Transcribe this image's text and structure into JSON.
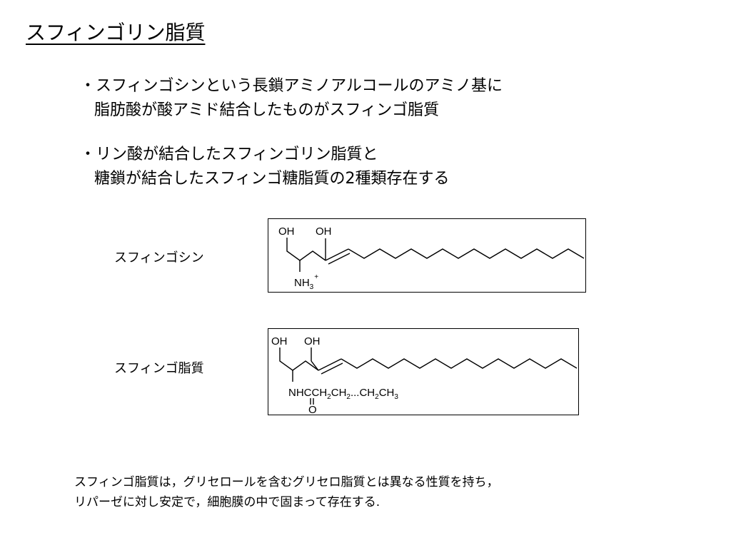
{
  "title": "スフィンゴリン脂質",
  "bullets": [
    {
      "line1": "・スフィンゴシンという長鎖アミノアルコールのアミノ基に",
      "line2": "脂肪酸が酸アミド結合したものがスフィンゴ脂質"
    },
    {
      "line1": "・リン酸が結合したスフィンゴリン脂質と",
      "line2": "糖鎖が結合したスフィンゴ糖脂質の2種類存在する"
    }
  ],
  "structures": [
    {
      "label": "スフィンゴシン",
      "oh1": "OH",
      "oh2": "OH",
      "amine": "NH",
      "amine_sub": "3",
      "amine_sup": "+"
    },
    {
      "label": "スフィンゴ脂質",
      "oh1": "OH",
      "oh2": "OH",
      "amide": "NHCCH",
      "amide_sub1": "2",
      "amide_mid1": "CH",
      "amide_sub2": "2",
      "amide_mid2": "...CH",
      "amide_sub3": "2",
      "amide_mid3": "CH",
      "amide_sub4": "3",
      "carbonyl_o": "O"
    }
  ],
  "note": {
    "line1": "スフィンゴ脂質は，グリセロールを含むグリセロ脂質とは異なる性質を持ち，",
    "line2": "リパーゼに対し安定で，細胞膜の中で固まって存在する."
  }
}
